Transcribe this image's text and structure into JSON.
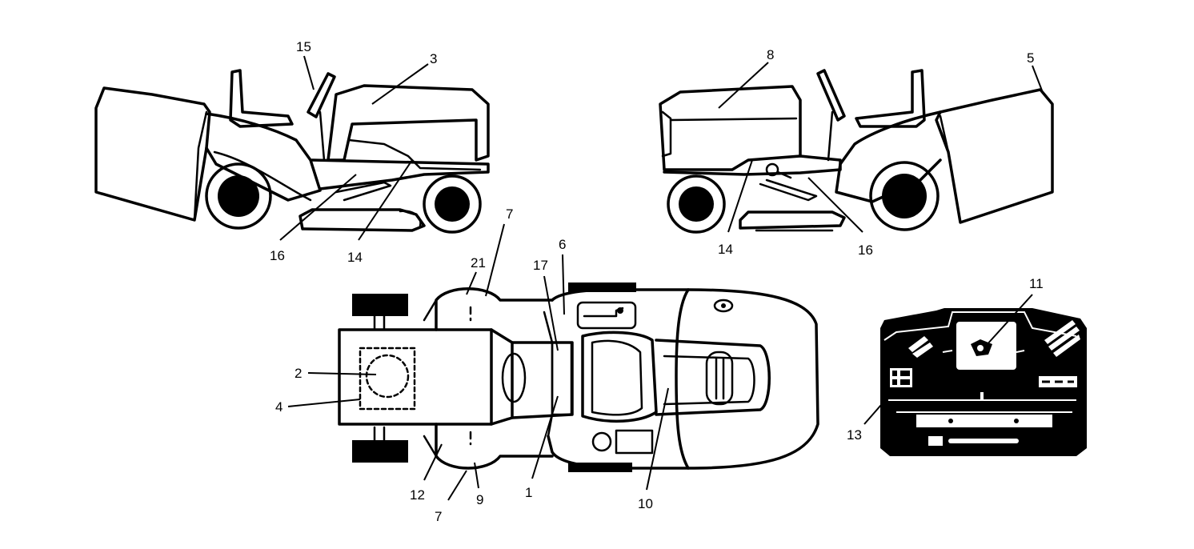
{
  "labels": {
    "l1": "1",
    "l2": "2",
    "l3": "3",
    "l4": "4",
    "l5": "5",
    "l6": "6",
    "l7a": "7",
    "l7b": "7",
    "l8": "8",
    "l9": "9",
    "l10": "10",
    "l11": "11",
    "l12": "12",
    "l13": "13",
    "l14a": "14",
    "l14b": "14",
    "l15": "15",
    "l16a": "16",
    "l16b": "16",
    "l17": "17",
    "l21": "21"
  }
}
